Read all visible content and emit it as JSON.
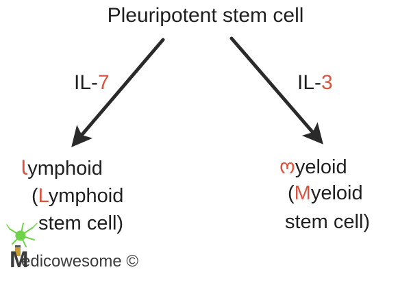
{
  "colors": {
    "accent": "#d9533f",
    "arrow": "#2a2a2a",
    "neuron": "#6fd44a",
    "pencil": "#c89a3a"
  },
  "diagram": {
    "title": "Pleuripotent stem cell",
    "left_edge": {
      "prefix": "IL-",
      "suffix": "7"
    },
    "right_edge": {
      "prefix": "IL-",
      "suffix": "3"
    },
    "left_node": {
      "line1_initial": "Ꙇ",
      "line1_rest": "ymphoid",
      "line2_open": "(",
      "line2_initial": "L",
      "line2_rest": "ymphoid",
      "line3": "stem cell)"
    },
    "right_node": {
      "line1_initial": "ო",
      "line1_rest": "yeloid",
      "line2_open": "(",
      "line2_initial": "M",
      "line2_rest": "yeloid",
      "line3": "stem cell)"
    }
  },
  "branding": {
    "icon": "neuron-icon",
    "initial": "M",
    "text": "edicowesome ©"
  }
}
